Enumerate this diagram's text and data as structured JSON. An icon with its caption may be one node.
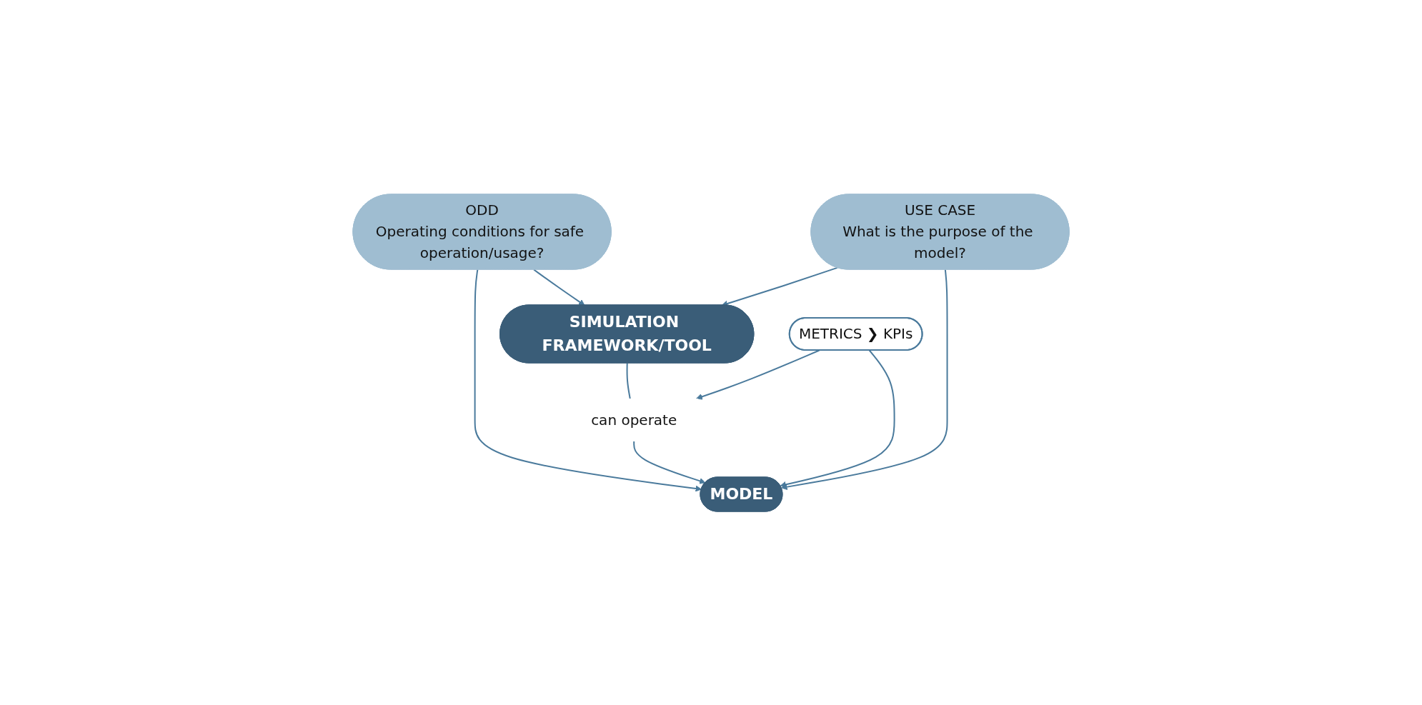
{
  "diagram": {
    "nodes": [
      {
        "text": [
          "ODD",
          "Operating conditions for safe operation/usage?"
        ]
      },
      {
        "text": [
          "MODEL"
        ]
      },
      {
        "text": [
          "SIMULATION FRAMEWORK/TOOL"
        ]
      },
      {
        "text": [
          "can operate"
        ]
      },
      {
        "text": [
          "METRICS ❯ KPIs"
        ]
      },
      {
        "text": [
          "USE CASE",
          "What is the purpose of the model?"
        ]
      }
    ],
    "edges": [
      {
        "from": 0,
        "to": 1,
        "arrow": "to"
      },
      {
        "from": 0,
        "to": 2,
        "arrow": "to"
      },
      {
        "from": 2,
        "to": 3,
        "arrow": "none"
      },
      {
        "from": 3,
        "to": 1,
        "arrow": "to"
      },
      {
        "from": 4,
        "to": 1,
        "arrow": "to"
      },
      {
        "from": 4,
        "to": 3,
        "arrow": "to"
      },
      {
        "from": 5,
        "to": 1,
        "arrow": "to"
      },
      {
        "from": 5,
        "to": 2,
        "arrow": "to"
      }
    ]
  }
}
